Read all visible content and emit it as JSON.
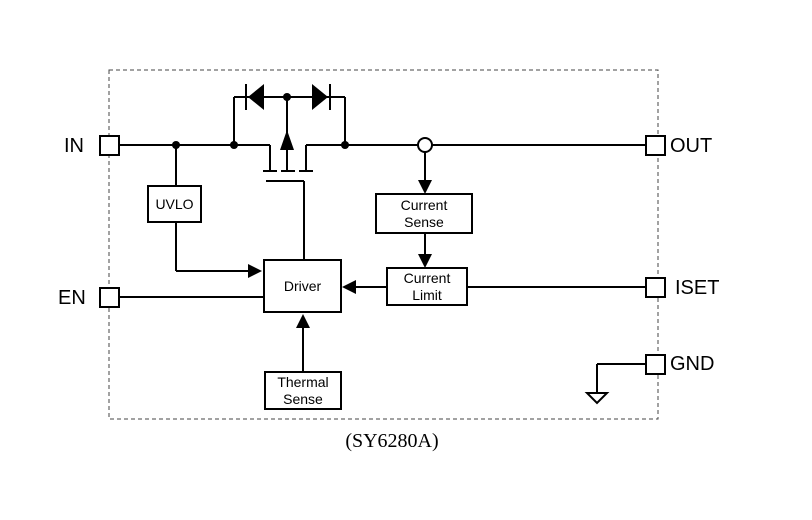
{
  "diagram": {
    "caption": "(SY6280A)",
    "pins": {
      "in": "IN",
      "out": "OUT",
      "en": "EN",
      "iset": "ISET",
      "gnd": "GND"
    },
    "blocks": {
      "uvlo": "UVLO",
      "driver": "Driver",
      "current_sense": [
        "Current",
        "Sense"
      ],
      "current_limit": [
        "Current",
        "Limit"
      ],
      "thermal_sense": [
        "Thermal",
        "Sense"
      ]
    }
  }
}
